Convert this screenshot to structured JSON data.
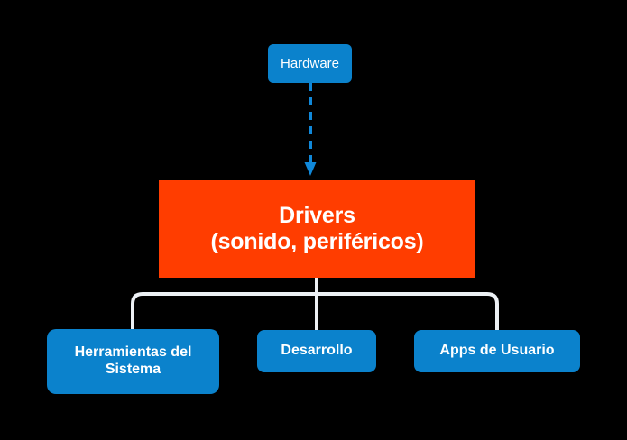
{
  "diagram": {
    "title": "Drivers hierarchy diagram",
    "background_color": "#000000",
    "nodes": {
      "hardware": {
        "label": "Hardware",
        "color": "#0b82CC",
        "text_color": "#FFFFFF"
      },
      "drivers": {
        "label": "Drivers\n(sonido, periféricos)",
        "line1": "Drivers",
        "line2": "(sonido, periféricos)",
        "color": "#FF3D00",
        "text_color": "#FFFFFF"
      },
      "tools": {
        "label": "Herramientas del\nSistema",
        "color": "#0b82CC",
        "text_color": "#FFFFFF"
      },
      "development": {
        "label": "Desarrollo",
        "color": "#0b82CC",
        "text_color": "#FFFFFF"
      },
      "user_apps": {
        "label": "Apps de Usuario",
        "color": "#0b82CC",
        "text_color": "#FFFFFF"
      }
    },
    "connectors": {
      "hardware_to_drivers": {
        "style": "dashed",
        "color": "#1088D9",
        "arrowhead": "down"
      },
      "drivers_to_children": {
        "style": "solid",
        "color": "#EDF1F5",
        "shape": "tree-bracket",
        "branches": 3
      }
    }
  }
}
